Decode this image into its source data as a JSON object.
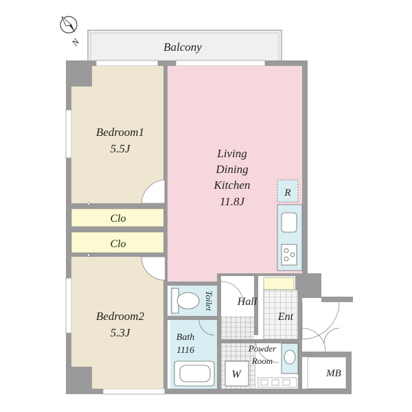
{
  "compass": {
    "north_label": "N"
  },
  "rooms": {
    "balcony": "Balcony",
    "bedroom1": {
      "name": "Bedroom1",
      "size": "5.5J"
    },
    "ldk": {
      "line1": "Living",
      "line2": "Dining",
      "line3": "Kitchen",
      "size": "11.8J"
    },
    "refrigerator": "R",
    "closet_upper": "Clo",
    "closet_lower": "Clo",
    "bedroom2": {
      "name": "Bedroom2",
      "size": "5.3J"
    },
    "toilet": "Toilet",
    "hall": "Hall",
    "entrance": "Ent",
    "bath": {
      "name": "Bath",
      "size": "1116"
    },
    "powder_room": {
      "line1": "Powder",
      "line2": "Room"
    },
    "washer": "W",
    "meter_box": "MB"
  },
  "colors": {
    "bedroom": "#efe6d1",
    "ldk": "#f6d7de",
    "closet": "#fbfad1",
    "wet_area": "#d8eef3",
    "entrance_tile": "#e9e9e9",
    "wall": "#9a9a9a",
    "balcony": "#f0f0f0"
  }
}
